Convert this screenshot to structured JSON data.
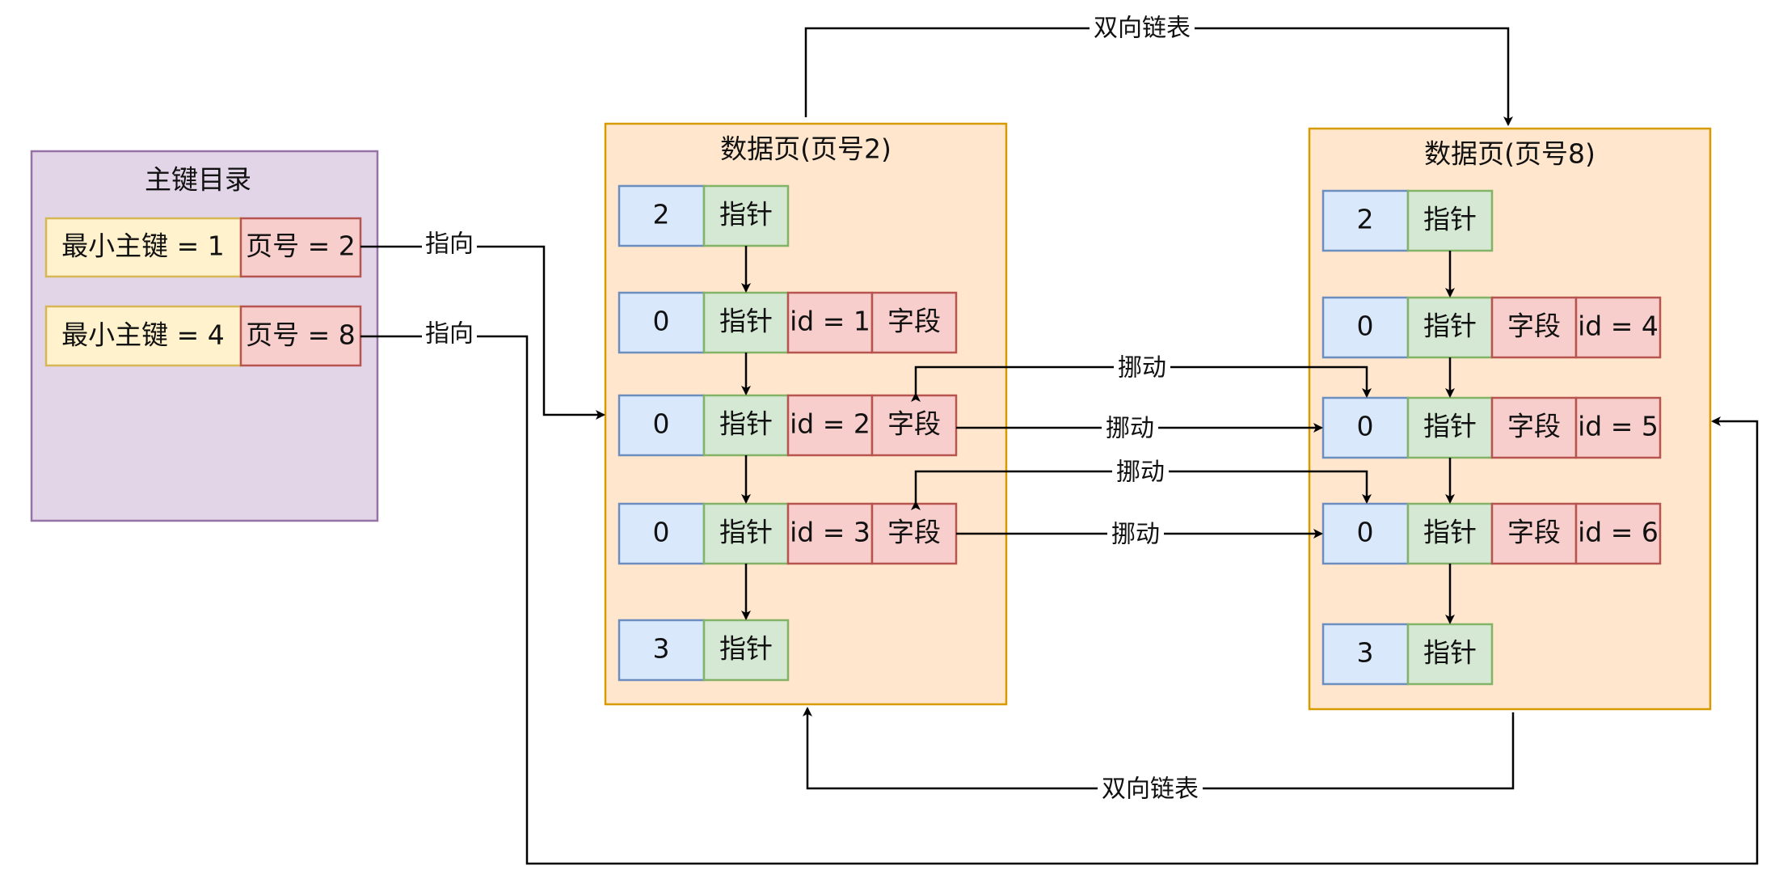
{
  "colors": {
    "directory_fill": "#e1d5e7",
    "directory_stroke": "#9673a6",
    "page_fill": "#ffe6cc",
    "page_stroke": "#d79b00",
    "blue_fill": "#dae8fc",
    "blue_stroke": "#6c8ebf",
    "green_fill": "#d5e8d4",
    "green_stroke": "#82b366",
    "red_fill": "#f8cecc",
    "red_stroke": "#b85450",
    "yellow_fill": "#fff2cc",
    "yellow_stroke": "#d6b656"
  },
  "directory": {
    "title": "主键目录",
    "entries": [
      {
        "min_key": "最小主键 = 1",
        "page_no": "页号 = 2"
      },
      {
        "min_key": "最小主键 = 4",
        "page_no": "页号 = 8"
      }
    ]
  },
  "page2": {
    "title": "数据页(页号2)",
    "rows": [
      {
        "cells": [
          "2",
          "指针"
        ]
      },
      {
        "cells": [
          "0",
          "指针",
          "id = 1",
          "字段"
        ]
      },
      {
        "cells": [
          "0",
          "指针",
          "id = 2",
          "字段"
        ]
      },
      {
        "cells": [
          "0",
          "指针",
          "id = 3",
          "字段"
        ]
      },
      {
        "cells": [
          "3",
          "指针"
        ]
      }
    ]
  },
  "page8": {
    "title": "数据页(页号8)",
    "rows": [
      {
        "cells": [
          "2",
          "指针"
        ]
      },
      {
        "cells": [
          "0",
          "指针",
          "字段",
          "id = 4"
        ]
      },
      {
        "cells": [
          "0",
          "指针",
          "字段",
          "id = 5"
        ]
      },
      {
        "cells": [
          "0",
          "指针",
          "字段",
          "id = 6"
        ]
      },
      {
        "cells": [
          "3",
          "指针"
        ]
      }
    ]
  },
  "edge_labels": {
    "points_to_1": "指向",
    "points_to_2": "指向",
    "linked_list_top": "双向链表",
    "linked_list_bottom": "双向链表",
    "move_1": "挪动",
    "move_2": "挪动",
    "move_3": "挪动",
    "move_4": "挪动"
  }
}
